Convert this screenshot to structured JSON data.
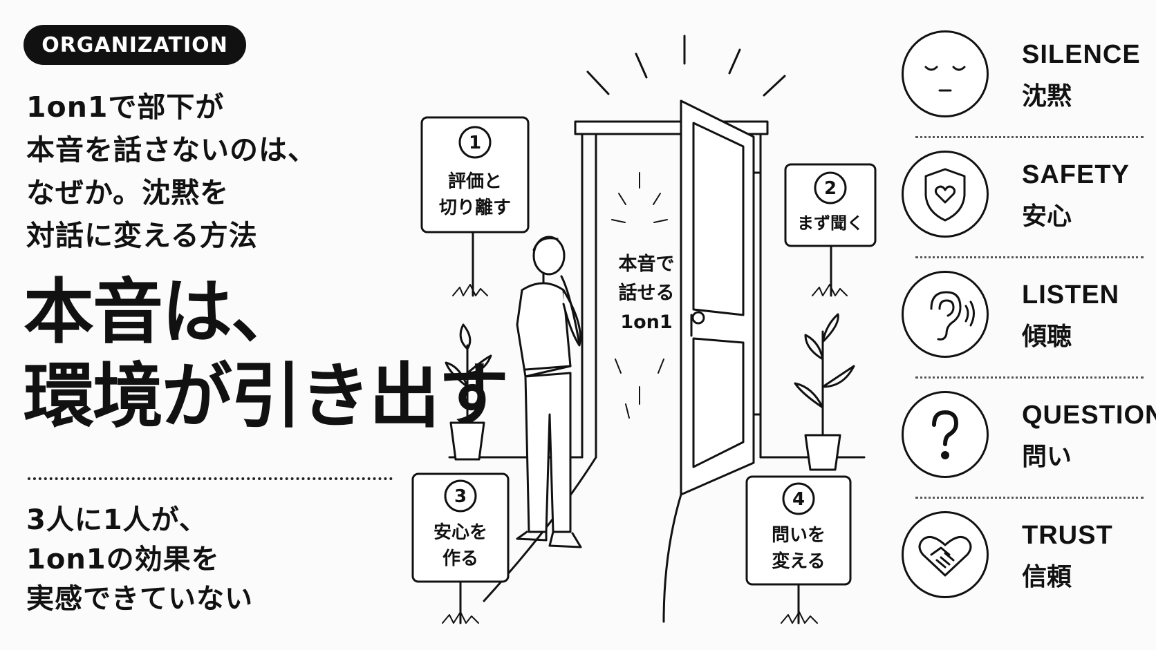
{
  "tag": "ORGANIZATION",
  "title_lines": [
    "1on1で部下が",
    "本音を話さないのは、",
    "なぜか。沈黙を",
    "対話に変える方法"
  ],
  "headline_lines": [
    "本音は、",
    "環境が引き出す"
  ],
  "stat_lines": [
    "3人に1人が、",
    "1on1の効果を",
    "実感できていない"
  ],
  "signs": [
    {
      "num": "1",
      "lines": [
        "評価と",
        "切り離す"
      ]
    },
    {
      "num": "2",
      "lines": [
        "まず聞く"
      ]
    },
    {
      "num": "3",
      "lines": [
        "安心を",
        "作る"
      ]
    },
    {
      "num": "4",
      "lines": [
        "問いを",
        "変える"
      ]
    }
  ],
  "door_lines": [
    "本音で",
    "話せる",
    "1on1"
  ],
  "icons": [
    {
      "en": "SILENCE",
      "ja": "沈黙",
      "icon": "sleeping-face-icon"
    },
    {
      "en": "SAFETY",
      "ja": "安心",
      "icon": "shield-heart-icon"
    },
    {
      "en": "LISTEN",
      "ja": "傾聴",
      "icon": "ear-icon"
    },
    {
      "en": "QUESTION",
      "ja": "問い",
      "icon": "question-mark-icon"
    },
    {
      "en": "TRUST",
      "ja": "信頼",
      "icon": "handshake-heart-icon"
    }
  ]
}
